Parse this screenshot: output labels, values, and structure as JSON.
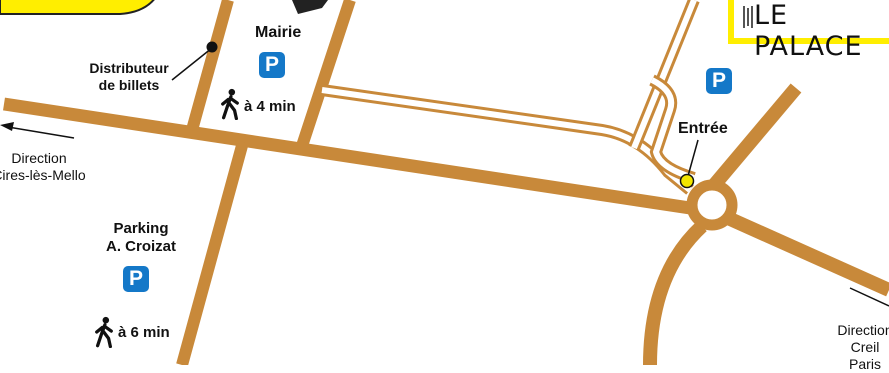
{
  "map": {
    "road_color": "#c8893a",
    "parking_color": "#1478c8",
    "highlight_color": "#ffee00",
    "entry_marker_color": "#f2e600"
  },
  "labels": {
    "mairie": "Mairie",
    "distributeur": [
      "Distributeur",
      "de billets"
    ],
    "walk_mairie": "à 4 min",
    "direction_left": [
      "Direction",
      "Cires-lès-Mello"
    ],
    "parking_croizat": [
      "Parking",
      "A. Croizat"
    ],
    "walk_croizat": "à 6 min",
    "entree": "Entrée",
    "direction_right": [
      "Direction",
      "Creil",
      "Paris"
    ],
    "palace": "LE PALACE",
    "parking_symbol": "P"
  },
  "icons": {
    "pedestrian": "walking-person-icon",
    "parking": "parking-icon",
    "pin": "dot-marker-icon",
    "arrow": "arrow-icon"
  }
}
